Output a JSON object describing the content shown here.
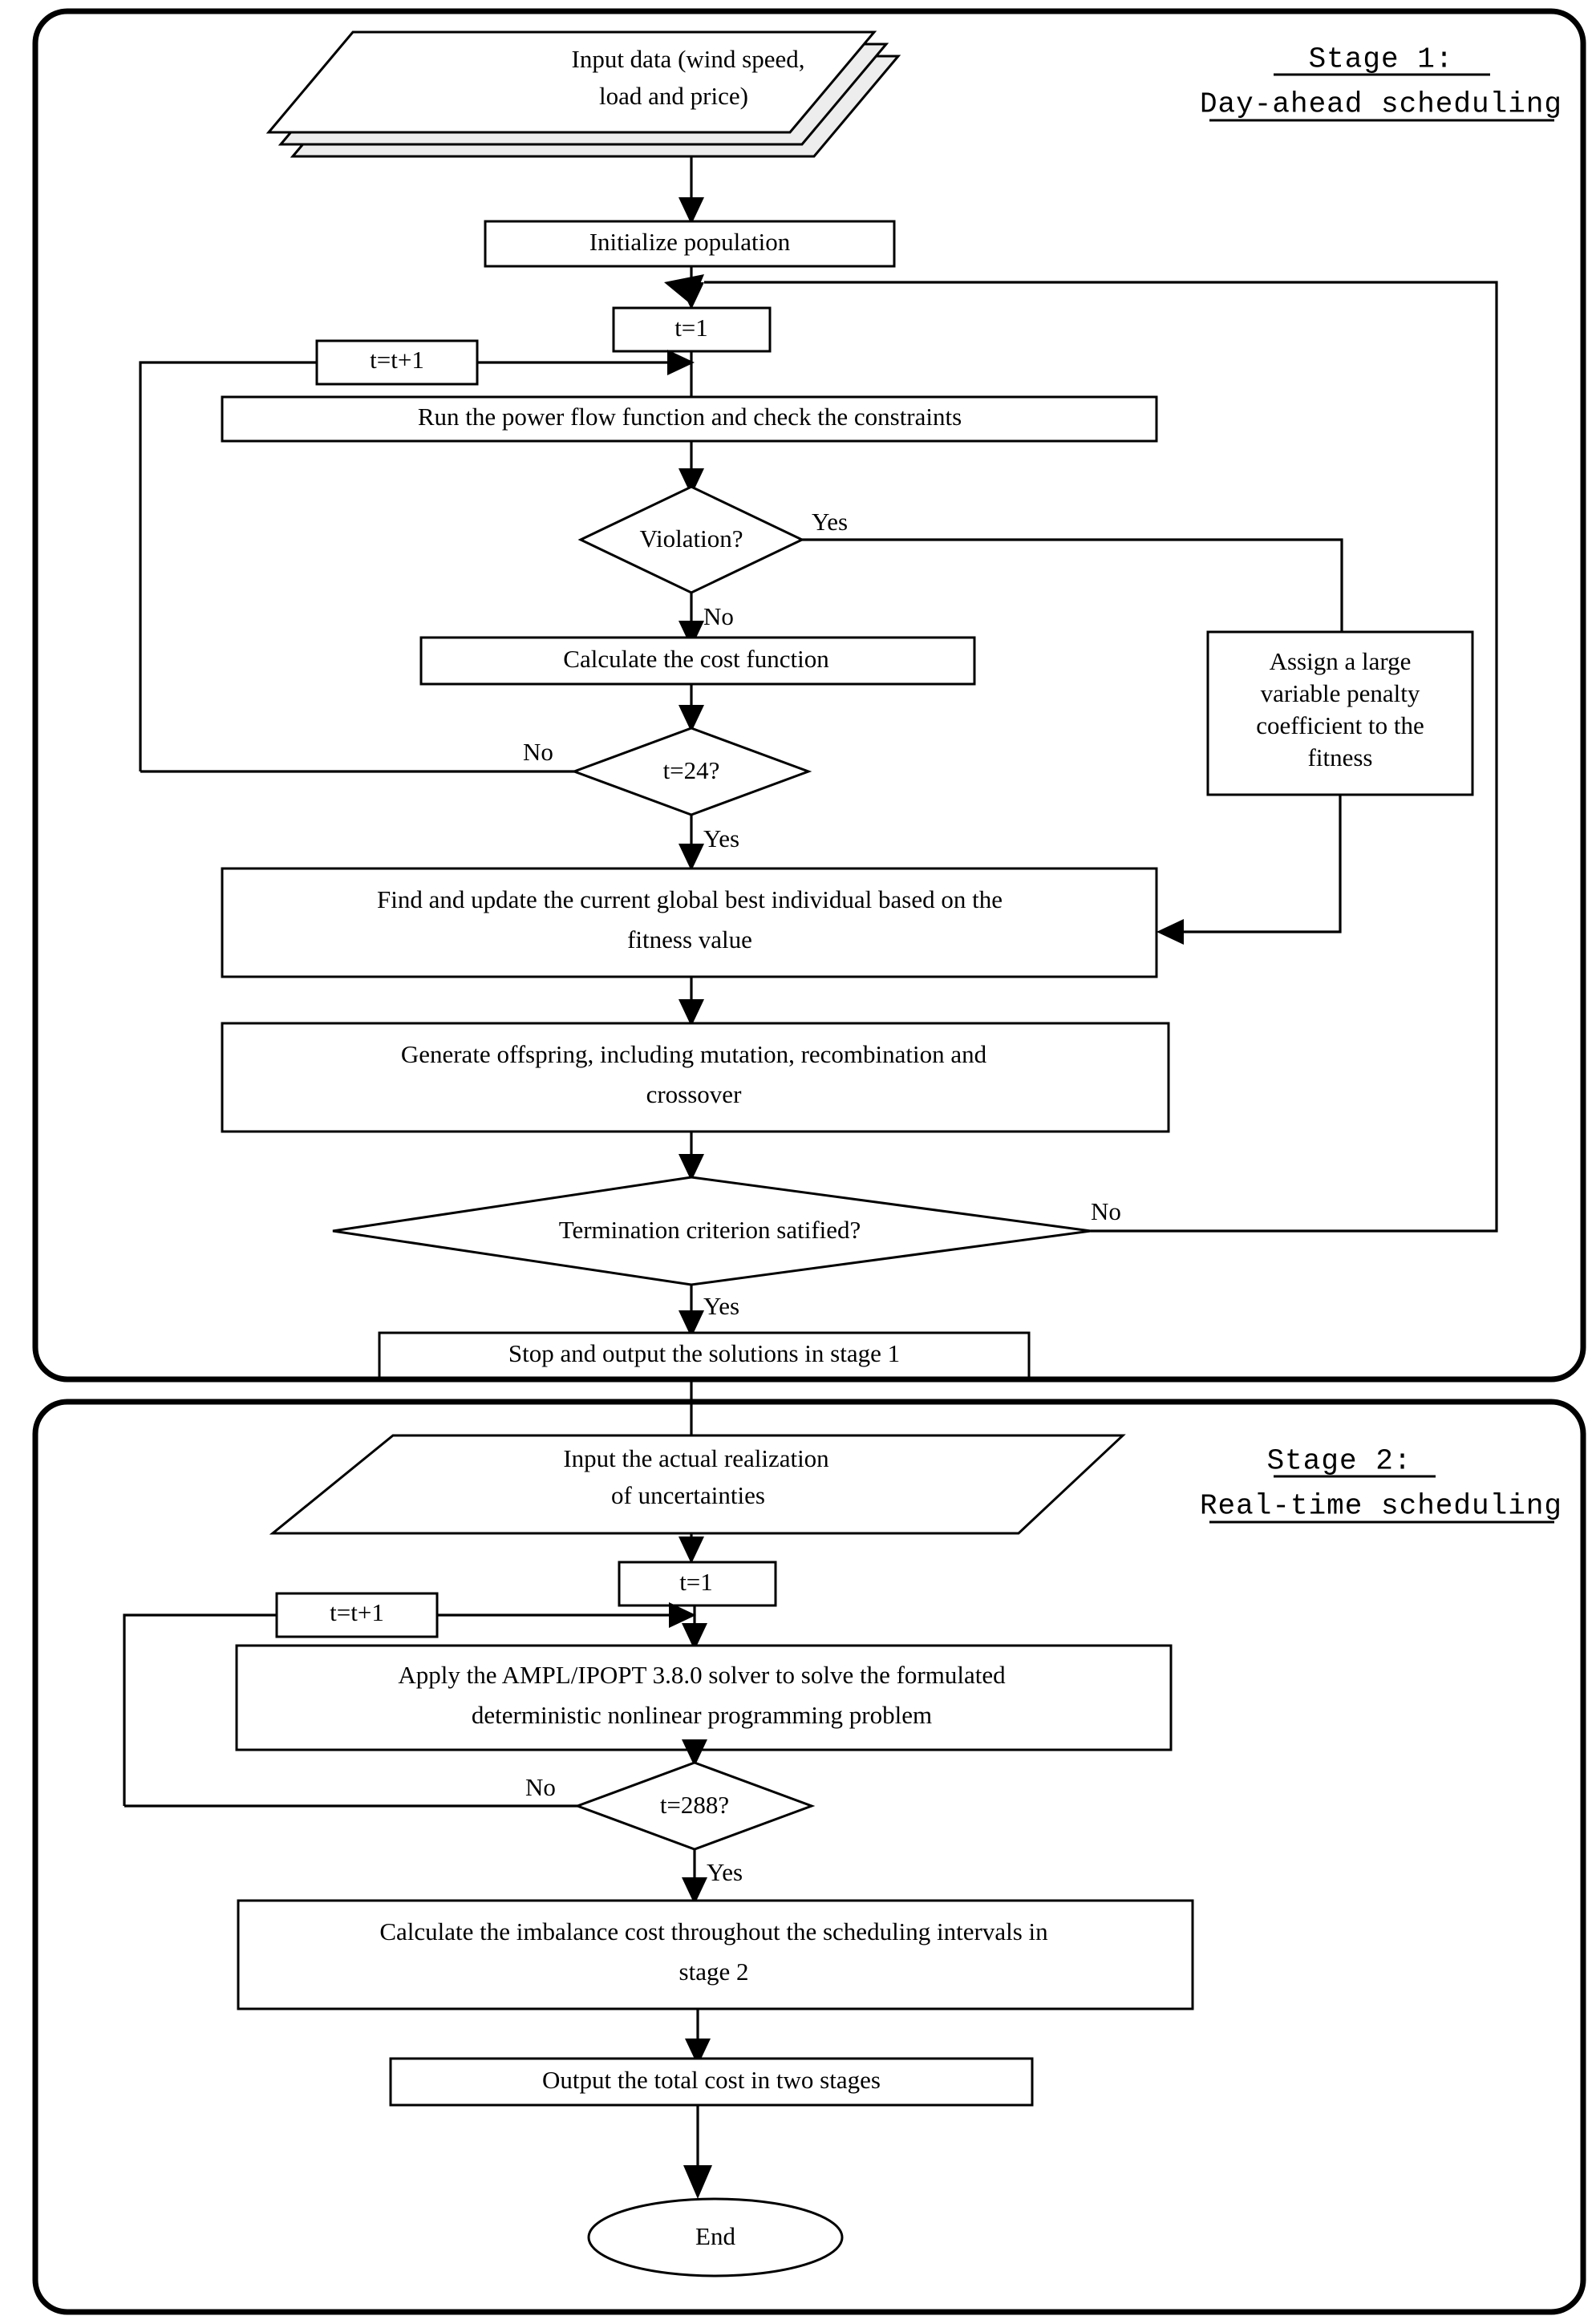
{
  "diagram": {
    "title_stage1_line1": "Stage 1:",
    "title_stage1_line2": "Day-ahead scheduling",
    "title_stage2_line1": "Stage 2:",
    "title_stage2_line2": "Real-time scheduling"
  },
  "stage1": {
    "input_data_line1": "Input data (wind speed,",
    "input_data_line2": "load and price)",
    "initialize_population": "Initialize population",
    "t_equals_1": "t=1",
    "t_increment": "t=t+1",
    "run_power_flow": "Run the power flow function and check the constraints",
    "violation": "Violation?",
    "violation_yes": "Yes",
    "violation_no": "No",
    "assign_penalty_line1": "Assign a large",
    "assign_penalty_line2": "variable penalty",
    "assign_penalty_line3": "coefficient to the",
    "assign_penalty_line4": "fitness",
    "calculate_cost": "Calculate the cost function",
    "t_equals_24": "t=24?",
    "t24_no": "No",
    "t24_yes": "Yes",
    "find_update_line1": "Find and update the current global best individual based on the",
    "find_update_line2": "fitness value",
    "generate_offspring_line1": "Generate offspring, including mutation, recombination and",
    "generate_offspring_line2": "crossover",
    "termination": "Termination criterion satified?",
    "termination_no": "No",
    "termination_yes": "Yes",
    "stop_output": "Stop and output the solutions in stage 1"
  },
  "stage2": {
    "input_realization_line1": "Input the actual realization",
    "input_realization_line2": "of uncertainties",
    "t_equals_1": "t=1",
    "t_increment": "t=t+1",
    "apply_solver_line1": "Apply the AMPL/IPOPT 3.8.0 solver to solve the formulated",
    "apply_solver_line2": "deterministic nonlinear programming problem",
    "t_equals_288": "t=288?",
    "t288_no": "No",
    "t288_yes": "Yes",
    "calculate_imbalance_line1": "Calculate the imbalance cost throughout the scheduling intervals in",
    "calculate_imbalance_line2": "stage 2",
    "output_total_cost": "Output the total cost in two stages",
    "end": "End"
  },
  "colors": {
    "stroke": "#000000",
    "fill": "#ffffff",
    "shadow": "#ededed",
    "background": "#ffffff"
  }
}
